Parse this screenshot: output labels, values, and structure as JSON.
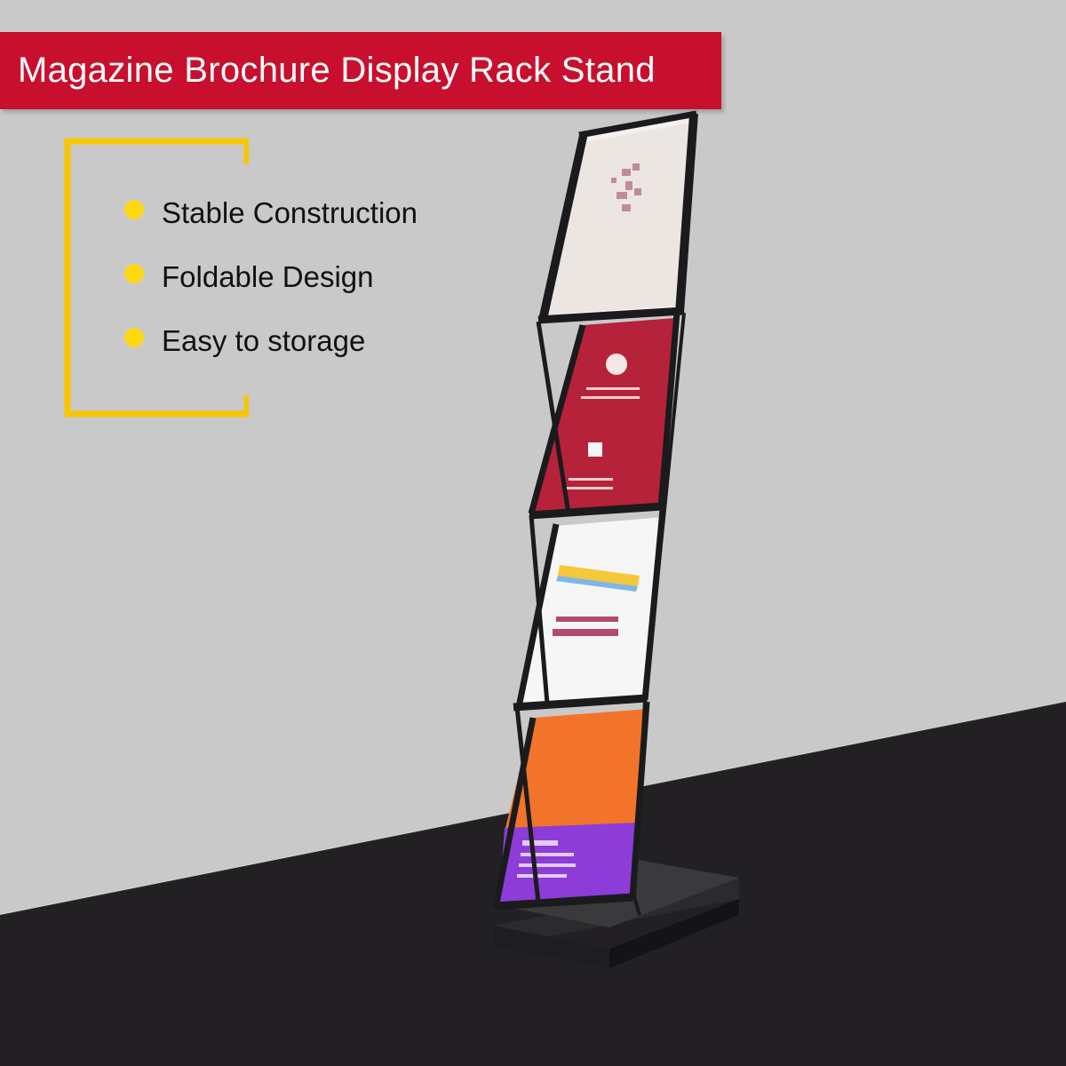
{
  "banner": {
    "title": "Magazine Brochure Display Rack Stand",
    "color": "#c8102e"
  },
  "features": {
    "bullet_color": "#ffd814",
    "bracket_color": "#f7c600",
    "items": [
      {
        "label": "Stable Construction"
      },
      {
        "label": "Foldable Design"
      },
      {
        "label": "Easy to storage"
      }
    ]
  },
  "scene": {
    "wall_color": "#c9c9c9",
    "floor_color": "#222023",
    "rack_color": "#1b1b1d",
    "brochure_colors": [
      "#f4f1ee",
      "#b5223a",
      "#f6f6f6",
      "#f2742a",
      "#8d3cd8"
    ]
  }
}
